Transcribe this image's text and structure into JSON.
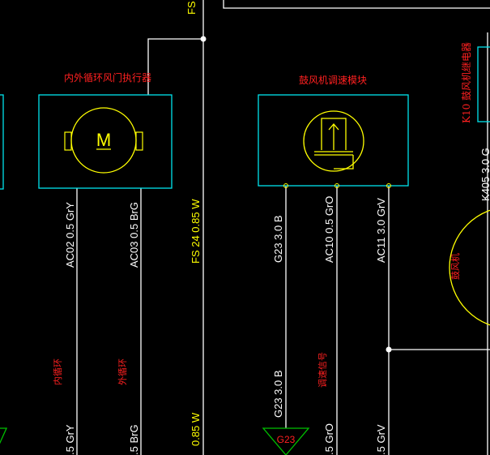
{
  "components": {
    "recirc_actuator": {
      "label": "内外循环风门执行器",
      "symbol": "M"
    },
    "blower_speed": {
      "label": "鼓风机调速模块"
    }
  },
  "wires": {
    "fs_top": "FS",
    "ac02": "AC02  0.5  GrY",
    "ac03": "AC03  0.5  BrG",
    "fs24": "FS  24  0.85  W",
    "g23": "G23  3.0  B",
    "ac10": "AC10  0.5  GrO",
    "ac11": "AC11  3.0  GrV",
    "k10": "K10  鼓风机继电器",
    "k405": "K405  3.0  G",
    "lower_left_grY": ".5  GrY",
    "lower_left_brG": ".5  BrG",
    "lower_w": "0.85  W",
    "lower_g23": "G23  3.0  B",
    "lower_grO": ".5  GrO",
    "lower_grV": ".5  GrV"
  },
  "signals": {
    "inner_circ": "内循环",
    "outer_circ": "外循环",
    "speed_signal": "调速信号",
    "blower": "鼓风机"
  },
  "connectors": {
    "g23_ground": "G23"
  },
  "colors": {
    "background": "#000000",
    "wire": "#ffffff",
    "box": "#00e5ee",
    "symbol": "#ffff00",
    "signal_label": "#ff2020",
    "connector": "#00c000"
  }
}
